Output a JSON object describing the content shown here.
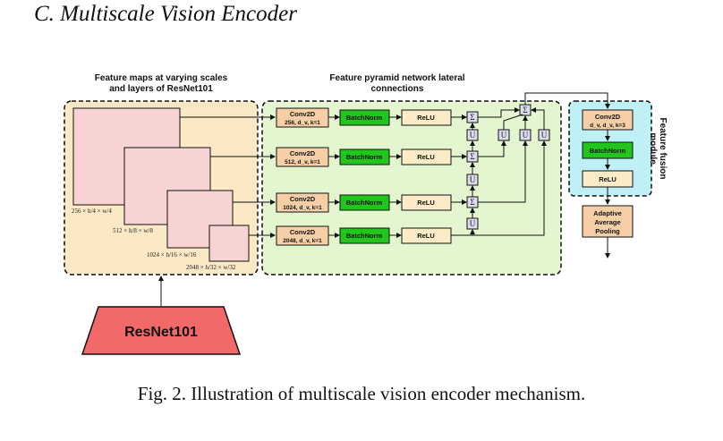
{
  "section_heading": "C. Multiscale Vision Encoder",
  "caption": "Fig. 2.  Illustration of multiscale vision encoder mechanism.",
  "diagram": {
    "feature_maps_title": [
      "Feature maps at varying scales",
      "and layers of ResNet101"
    ],
    "fpn_title": [
      "Feature pyramid network lateral",
      "connections"
    ],
    "fusion_title": [
      "Feature fusion",
      "module"
    ],
    "backbone_label": "ResNet101",
    "feature_maps": [
      {
        "dim": "256 × h/4 × w/4"
      },
      {
        "dim": "512 × h/8 × w/8"
      },
      {
        "dim": "1024 × h/16 × w/16"
      },
      {
        "dim": "2048 × h/32 × w/32"
      }
    ],
    "lateral_rows": [
      {
        "conv": [
          "Conv2D",
          "256, d_v, k=1"
        ],
        "norm": "BatchNorm",
        "act": "ReLU"
      },
      {
        "conv": [
          "Conv2D",
          "512, d_v, k=1"
        ],
        "norm": "BatchNorm",
        "act": "ReLU"
      },
      {
        "conv": [
          "Conv2D",
          "1024, d_v, k=1"
        ],
        "norm": "BatchNorm",
        "act": "ReLU"
      },
      {
        "conv": [
          "Conv2D",
          "2048, d_v, k=1"
        ],
        "norm": "BatchNorm",
        "act": "ReLU"
      }
    ],
    "sum_symbol": "Σ",
    "upsample_symbol": "U",
    "fusion": {
      "conv": [
        "Conv2D",
        "d_v, d_v, k=3"
      ],
      "norm": "BatchNorm",
      "act": "ReLU",
      "pool": [
        "Adaptive",
        "Average",
        "Pooling"
      ]
    },
    "colors": {
      "feature_bg": "#fbe8c4",
      "fpn_bg": "#e3f6cf",
      "fusion_bg": "#bff0f5",
      "map_fill": "#f7d3d3",
      "conv_fill": "#f6cfa6",
      "norm_fill": "#22c51c",
      "relu_fill": "#fbebc6",
      "op_fill": "#dcdcef",
      "backbone_fill": "#f26969"
    }
  }
}
